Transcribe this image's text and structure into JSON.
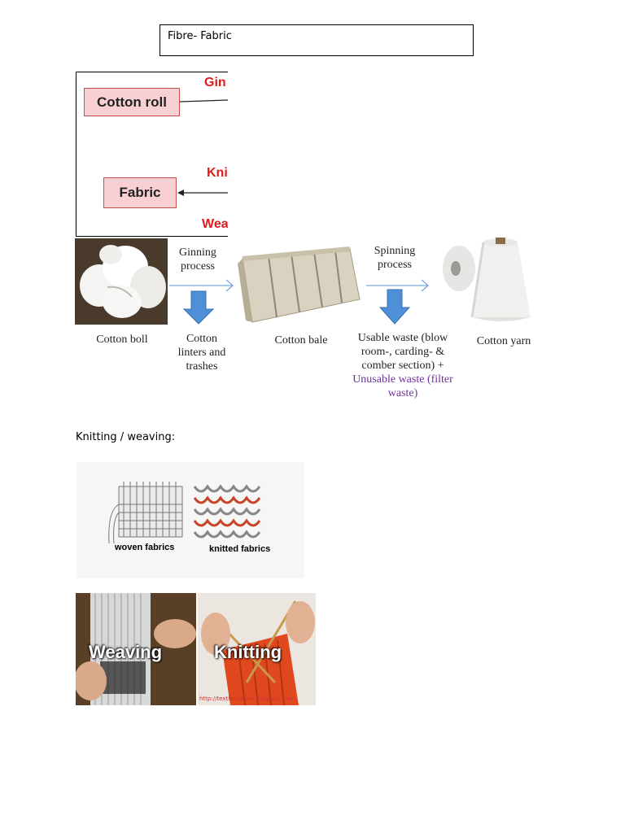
{
  "title": "Fibre- Fabric",
  "flow_box": {
    "cotton_roll": "Cotton roll",
    "fabric": "Fabric",
    "ginning": "Gin",
    "knitting": "Kni",
    "weaving": "Wea"
  },
  "process_diagram": {
    "ginning_label": [
      "Ginning",
      "process"
    ],
    "spinning_label": [
      "Spinning",
      "process"
    ],
    "cotton_boll": "Cotton boll",
    "linters": [
      "Cotton",
      "linters and",
      "trashes"
    ],
    "cotton_bale": "Cotton bale",
    "usable_waste": [
      "Usable waste (blow",
      "room-, carding- &",
      "comber section) +"
    ],
    "unusable_waste": [
      "Unusable waste (filter",
      "waste)"
    ],
    "cotton_yarn": "Cotton yarn",
    "colors": {
      "arrow_blue": "#4f8fd8",
      "purple": "#7030a0",
      "red": "#e01b1b"
    }
  },
  "section_heading": "Knitting / weaving:",
  "fabric_types": {
    "woven": "woven fabrics",
    "knitted": "knitted fabrics"
  },
  "photos": {
    "weaving": "Weaving",
    "knitting": "Knitting",
    "url": "http://textilelearner.blogspot.com"
  }
}
